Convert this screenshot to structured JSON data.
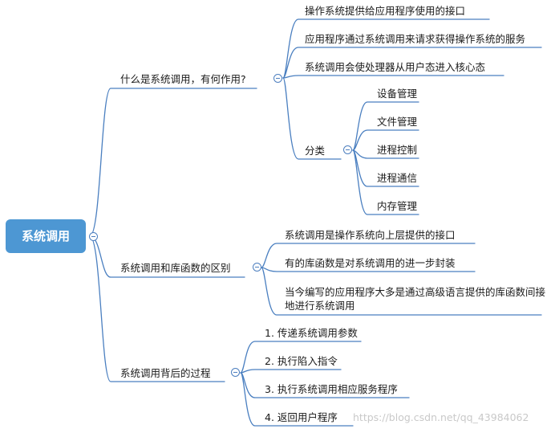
{
  "root": {
    "label": "系统调用"
  },
  "branches": [
    {
      "label": "什么是系统调用，有何作用?",
      "children": [
        {
          "label": "操作系统提供给应用程序使用的接口"
        },
        {
          "label": "应用程序通过系统调用来请求获得操作系统的服务"
        },
        {
          "label": "系统调用会使处理器从用户态进入核心态"
        },
        {
          "label": "分类",
          "children": [
            {
              "label": "设备管理"
            },
            {
              "label": "文件管理"
            },
            {
              "label": "进程控制"
            },
            {
              "label": "进程通信"
            },
            {
              "label": "内存管理"
            }
          ]
        }
      ]
    },
    {
      "label": "系统调用和库函数的区别",
      "children": [
        {
          "label": "系统调用是操作系统向上层提供的接口"
        },
        {
          "label": "有的库函数是对系统调用的进一步封装"
        },
        {
          "label": "当今编写的应用程序大多是通过高级语言提供的库函数间接地进行系统调用"
        }
      ]
    },
    {
      "label": "系统调用背后的过程",
      "children": [
        {
          "label": "1. 传递系统调用参数"
        },
        {
          "label": "2. 执行陷入指令"
        },
        {
          "label": "3. 执行系统调用相应服务程序"
        },
        {
          "label": "4. 返回用户程序"
        }
      ]
    }
  ],
  "watermark": "https://blog.csdn.net/qq_43984062",
  "colors": {
    "connector": "#4a7fc0",
    "root_fill": "#4d97d3",
    "toggle": "#4d7fbf"
  }
}
